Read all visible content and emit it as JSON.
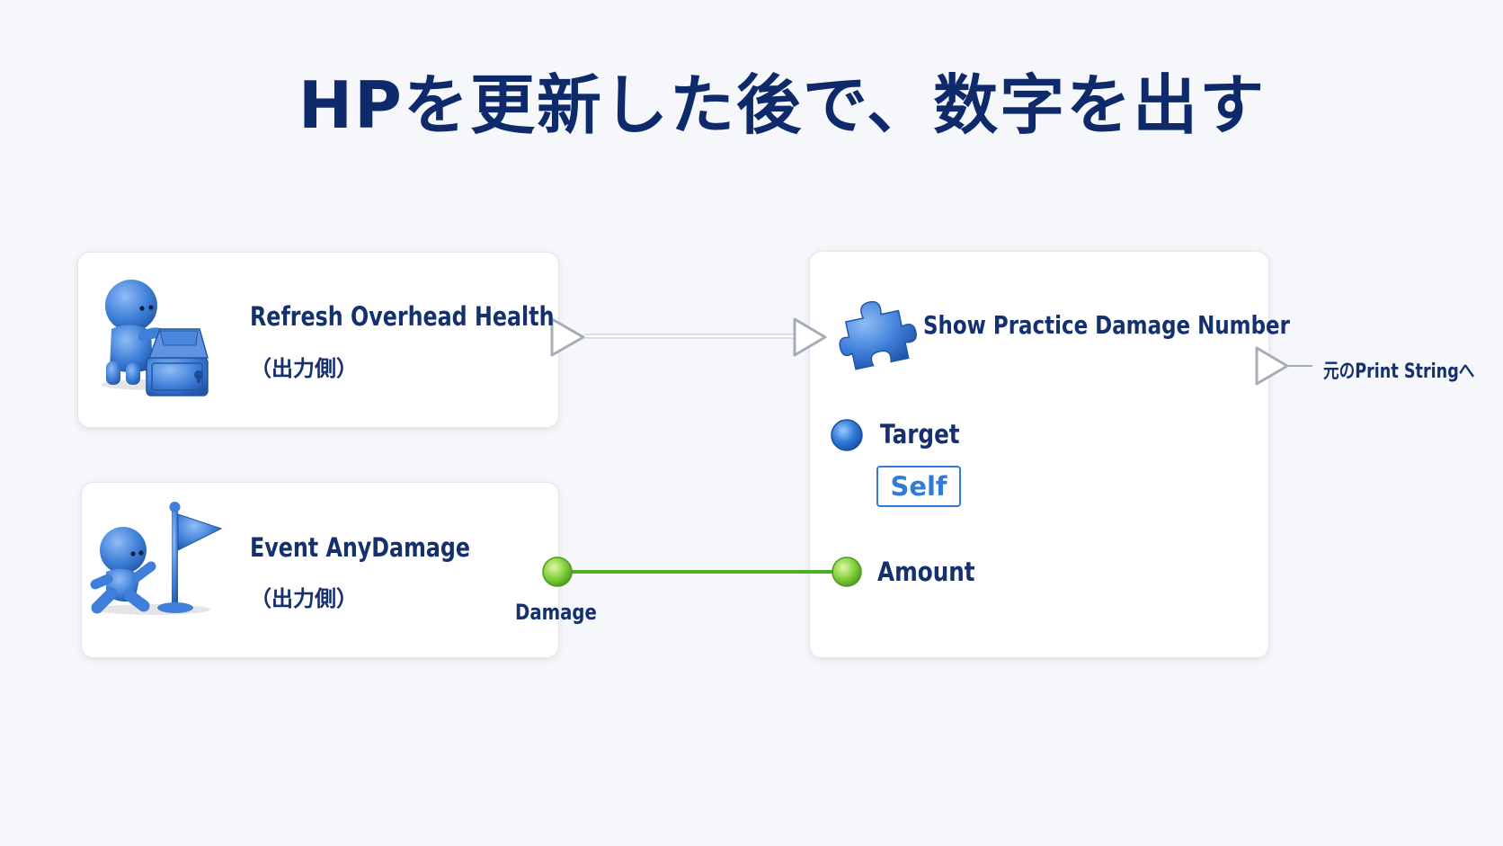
{
  "title": "HPを更新した後で、数字を出す",
  "nodes": {
    "refresh": {
      "title": "Refresh Overhead Health",
      "subtitle": "（出力側）",
      "icon": "person-treasure-chest-icon"
    },
    "event": {
      "title": "Event AnyDamage",
      "subtitle": "（出力側）",
      "icon": "person-running-flag-icon",
      "pin_label": "Damage"
    },
    "show": {
      "title": "Show Practice Damage Number",
      "icon": "puzzle-piece-icon",
      "target_label": "Target",
      "target_value": "Self",
      "amount_label": "Amount"
    }
  },
  "exec_out_label": "元のPrint Stringへ",
  "colors": {
    "title": "#0f2a6b",
    "text": "#14306e",
    "object_pin": "#2f7bd8",
    "float_pin": "#7fd13b",
    "float_wire": "#4caf24",
    "exec_wire": "#dcdfe5",
    "icon_blue": "#3f7fd9"
  }
}
